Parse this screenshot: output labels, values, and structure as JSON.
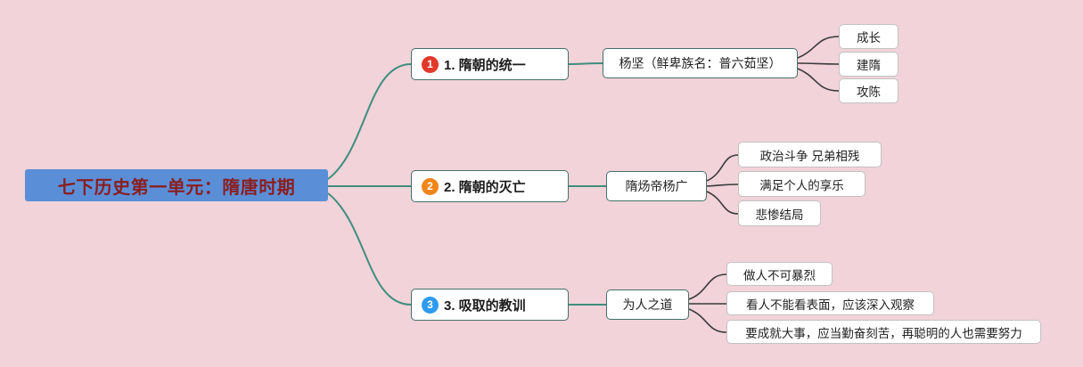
{
  "colors": {
    "background": "#f1d3d9",
    "root_bg": "#5a8fd8",
    "root_text": "#8b1e1e",
    "branch_line": "#3f8e7e",
    "detail_line": "#3a3a3a",
    "badge_1": "#e2392b",
    "badge_2": "#f08519",
    "badge_3": "#2e9af0"
  },
  "root": {
    "label": "七下历史第一单元：隋唐时期"
  },
  "branches": [
    {
      "badge": "1",
      "label": "1. 隋朝的统一",
      "child": "杨坚（鲜卑族名：普六茹坚）",
      "leaves": [
        "成长",
        "建隋",
        "攻陈"
      ]
    },
    {
      "badge": "2",
      "label": "2. 隋朝的灭亡",
      "child": "隋炀帝杨广",
      "leaves": [
        "政治斗争 兄弟相残",
        "满足个人的享乐",
        "悲惨结局"
      ]
    },
    {
      "badge": "3",
      "label": "3. 吸取的教训",
      "child": "为人之道",
      "leaves": [
        "做人不可暴烈",
        "看人不能看表面，应该深入观察",
        "要成就大事，应当勤奋刻苦，再聪明的人也需要努力"
      ]
    }
  ]
}
